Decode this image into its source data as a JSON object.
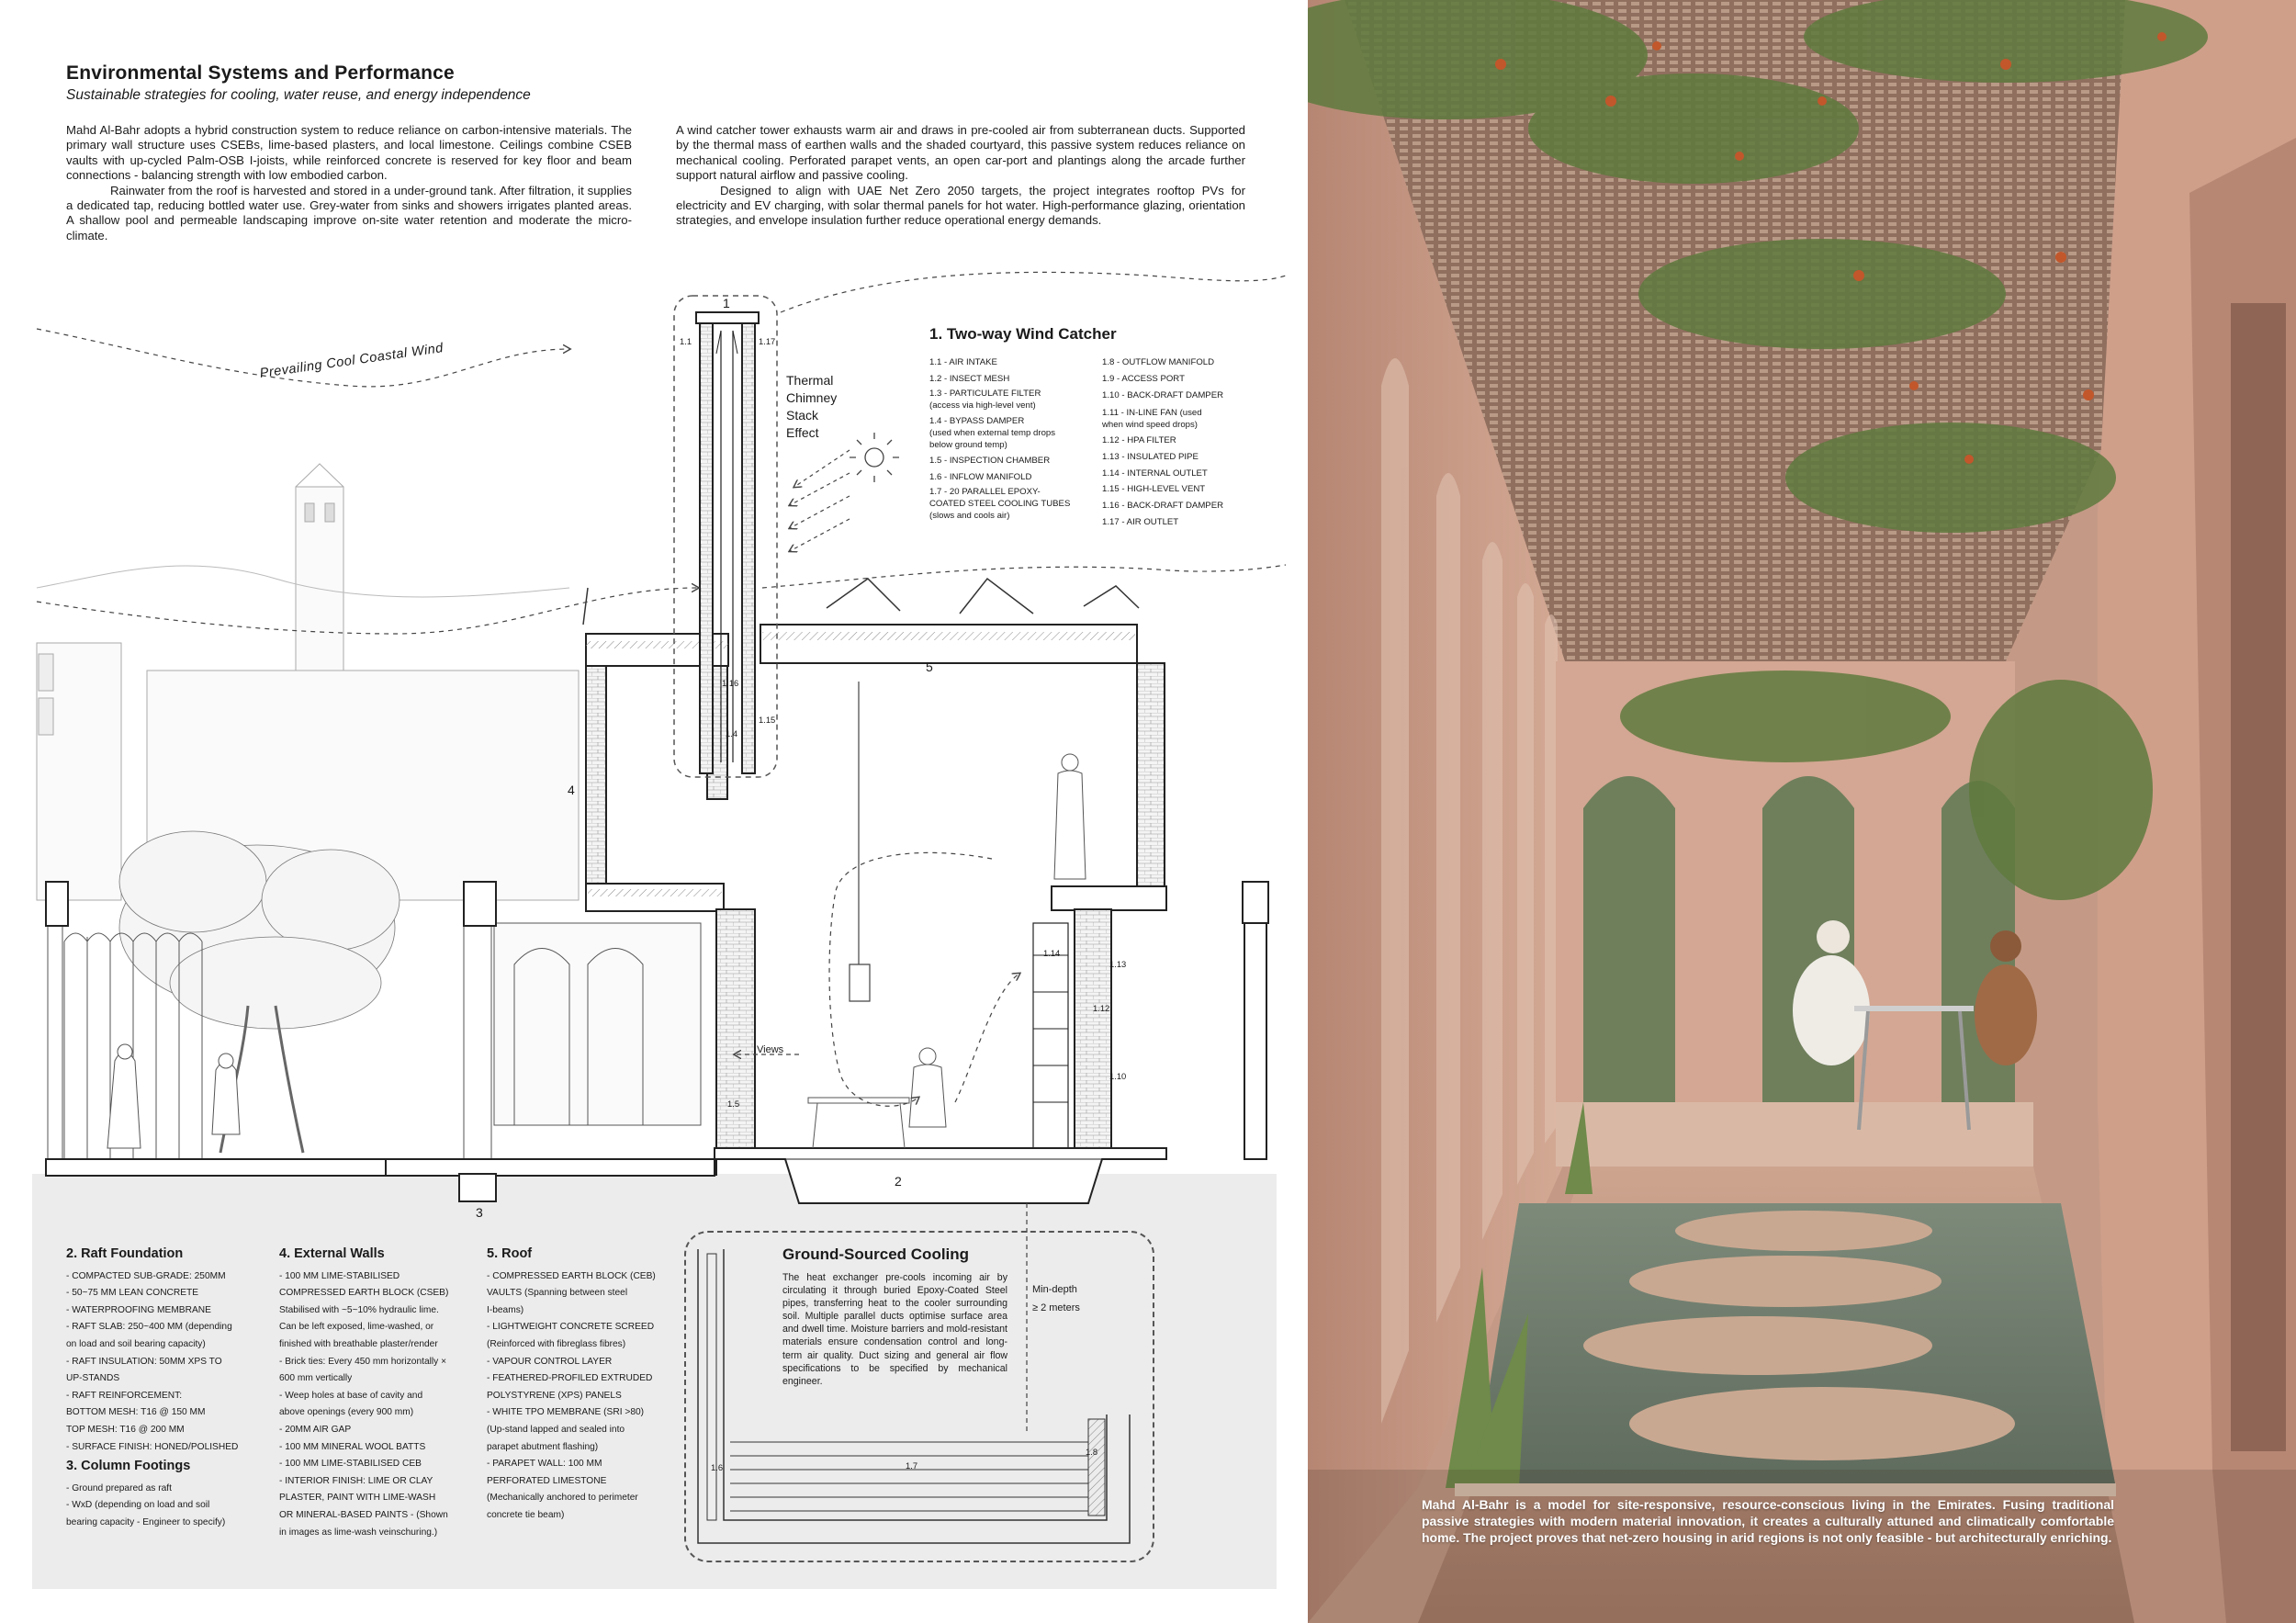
{
  "header": {
    "title": "Environmental Systems and Performance",
    "subtitle": "Sustainable strategies for cooling, water reuse, and energy independence"
  },
  "intro": {
    "left_p1": "Mahd Al-Bahr adopts a hybrid construction system to reduce reliance on carbon-intensive materials. The primary wall structure uses CSEBs, lime-based plasters, and local limestone. Ceilings combine CSEB vaults with up-cycled Palm-OSB I-joists, while reinforced concrete is reserved for key floor and beam connections - balancing strength with low embodied carbon.",
    "left_p2": "Rainwater from the roof is harvested and stored in a under-ground tank. After filtration, it supplies a dedicated tap, reducing bottled water use. Grey-water from sinks and showers irrigates planted areas. A shallow pool and permeable landscaping improve on-site water retention and moderate the micro-climate.",
    "right_p1": "A wind catcher tower exhausts warm air and draws in pre-cooled air from subterranean ducts. Supported by the thermal mass of earthen walls and the shaded courtyard, this passive system reduces reliance on mechanical cooling. Perforated parapet vents, an open car-port and plantings along the arcade further support natural airflow and passive cooling.",
    "right_p2": "Designed to align with UAE Net Zero 2050 targets, the project integrates rooftop PVs for electricity and EV charging, with solar thermal panels for hot water. High-performance glazing, orientation strategies, and envelope insulation further reduce operational energy demands."
  },
  "diagram_labels": {
    "wind": "Prevailing Cool Coastal Wind",
    "stack_1": "Thermal",
    "stack_2": "Chimney",
    "stack_3": "Stack",
    "stack_4": "Effect",
    "views": "Views",
    "n1": "1",
    "n2": "2",
    "n3": "3",
    "n4": "4",
    "n5": "5",
    "s1_1": "1.1",
    "s1_17": "1.17",
    "s1_16": "1.16",
    "s1_15": "1.15",
    "s1_4": "1.4",
    "s1_5": "1.5",
    "s1_14": "1.14",
    "s1_13": "1.13",
    "s1_12": "1.12",
    "s1_10": "1.10",
    "s1_6": "1.6",
    "s1_7": "1.7",
    "s1_8": "1.8"
  },
  "wind_catcher": {
    "title": "1. Two-way Wind Catcher",
    "col1": [
      "1.1 - AIR INTAKE",
      "1.2 - INSECT MESH",
      "1.3 - PARTICULATE FILTER",
      "(access via high-level vent)",
      "1.4 - BYPASS DAMPER",
      "(used when external temp drops",
      "below ground temp)",
      "1.5 - INSPECTION CHAMBER",
      "1.6 - INFLOW MANIFOLD",
      "1.7 - 20 PARALLEL EPOXY-",
      "COATED STEEL COOLING TUBES",
      "(slows and cools air)"
    ],
    "col2": [
      "1.8 - OUTFLOW MANIFOLD",
      "1.9 - ACCESS PORT",
      "1.10 - BACK-DRAFT DAMPER",
      "1.11 - IN-LINE FAN (used",
      "when wind speed drops)",
      "1.12 - HPA FILTER",
      "1.13 - INSULATED PIPE",
      "1.14 - INTERNAL OUTLET",
      "1.15 - HIGH-LEVEL VENT",
      "1.16 - BACK-DRAFT DAMPER",
      "1.17 - AIR OUTLET"
    ]
  },
  "raft": {
    "title": "2. Raft Foundation",
    "items": [
      "- COMPACTED SUB-GRADE: 250MM",
      "- 50~75 MM LEAN CONCRETE",
      "- WATERPROOFING MEMBRANE",
      "- RAFT SLAB: 250~400 MM (depending",
      "on load and soil bearing capacity)",
      "- RAFT INSULATION: 50MM XPS TO",
      "UP-STANDS",
      "- RAFT REINFORCEMENT:",
      "BOTTOM MESH: T16 @ 150 MM",
      "TOP MESH: T16 @ 200 MM",
      "- SURFACE FINISH: HONED/POLISHED"
    ]
  },
  "column": {
    "title": "3. Column Footings",
    "items": [
      "- Ground prepared as raft",
      "- WxD (depending on load and soil",
      "bearing capacity - Engineer to specify)"
    ]
  },
  "walls": {
    "title": "4. External Walls",
    "items": [
      "- 100 MM LIME-STABILISED",
      "COMPRESSED EARTH BLOCK (CSEB)",
      "Stabilised with ~5~10% hydraulic lime.",
      "Can be left exposed, lime-washed, or",
      "finished with breathable plaster/render",
      "- Brick ties: Every 450 mm horizontally ×",
      "600 mm vertically",
      "- Weep holes at base of cavity and",
      "above openings (every 900 mm)",
      "- 20MM AIR GAP",
      "- 100 MM MINERAL WOOL BATTS",
      "- 100 MM LIME-STABILISED CEB",
      "- INTERIOR FINISH: LIME  OR CLAY",
      "PLASTER, PAINT WITH LIME-WASH",
      "OR MINERAL-BASED PAINTS - (Shown",
      "in images as lime-wash veinschuring.)"
    ]
  },
  "roof": {
    "title": "5. Roof",
    "items": [
      "- COMPRESSED EARTH BLOCK (CEB)",
      "VAULTS (Spanning between steel",
      "I-beams)",
      "- LIGHTWEIGHT CONCRETE SCREED",
      "(Reinforced with fibreglass fibres)",
      "- VAPOUR CONTROL LAYER",
      "- FEATHERED-PROFILED EXTRUDED",
      "POLYSTYRENE (XPS) PANELS",
      "- WHITE TPO MEMBRANE (SRI >80)",
      "(Up-stand lapped and sealed into",
      "parapet abutment flashing)",
      "- PARAPET WALL: 100 MM",
      "PERFORATED LIMESTONE",
      "(Mechanically anchored to perimeter",
      "concrete tie beam)"
    ]
  },
  "ground_cooling": {
    "title": "Ground-Sourced Cooling",
    "text": "The heat exchanger pre-cools incoming air by circulating it through buried Epoxy-Coated Steel pipes, transferring heat to the cooler surrounding soil. Multiple parallel ducts optimise surface area and dwell time. Moisture barriers and mold-resistant materials ensure condensation control and long-term air quality. Duct sizing and general air flow specifications to be specified by mechanical engineer.",
    "depth_1": "Min-depth",
    "depth_2": "≥ 2 meters"
  },
  "caption": "Mahd Al-Bahr is a model for site-responsive, resource-conscious living in the Emirates. Fusing traditional passive strategies with modern material innovation, it creates a culturally attuned and climatically comfortable home. The project proves that net-zero housing in arid regions is not only feasible - but architecturally enriching."
}
